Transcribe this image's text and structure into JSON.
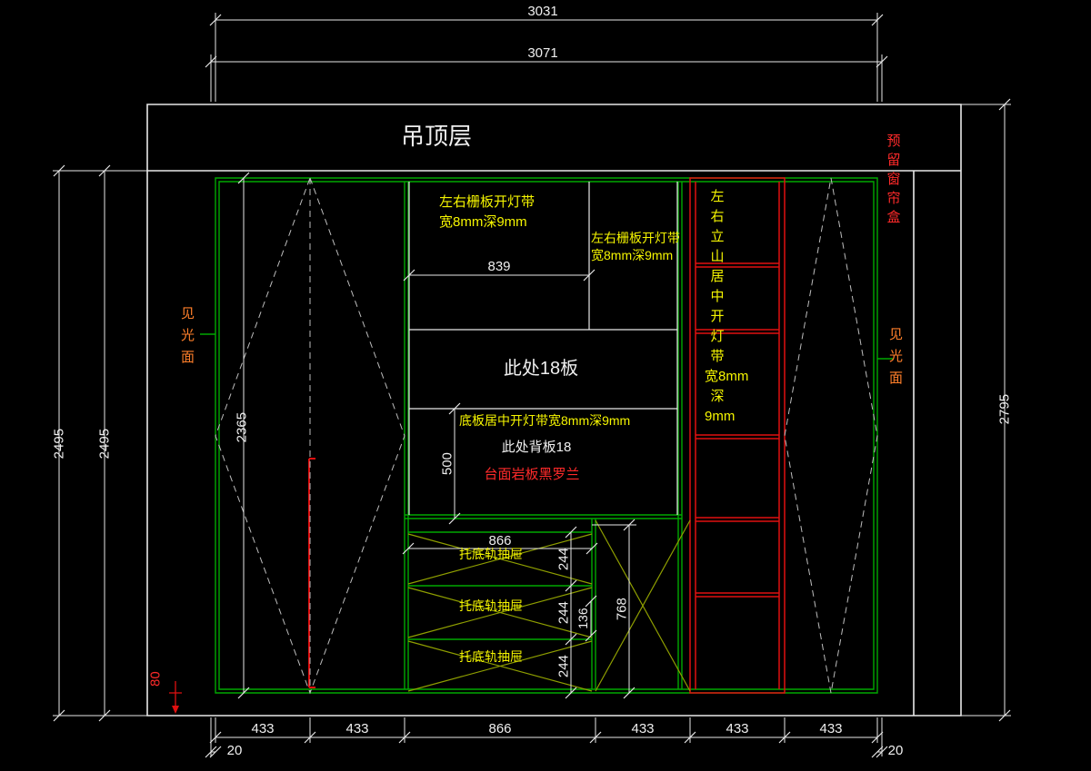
{
  "colors": {
    "bg": "#000000",
    "line-white": "#e8e8e8",
    "line-green": "#00a800",
    "line-red": "#e01010",
    "line-olive": "#8f9f00",
    "text-white": "#efefef",
    "text-yellow": "#f5f500",
    "text-red": "#ff2a2a",
    "text-orange": "#ff7f2a"
  },
  "header": {
    "ceiling_label": "吊顶层",
    "curtain_box": "预\n留\n窗\n帘\n盒"
  },
  "annotations": {
    "lamp_top_left": "左右栅板开灯带\n宽8mm深9mm",
    "lamp_top_right": "左右栅板开灯带\n宽8mm深9mm",
    "panel18": "此处18板",
    "bottom_lamp": "底板居中开灯带宽8mm深9mm",
    "back_panel": "此处背板18",
    "countertop": "台面岩板黑罗兰",
    "side_lamp": "左\n右\n立\n山\n居\n中\n开\n灯\n带\n宽8mm\n深\n9mm",
    "drawer_label_1": "托底轨抽屉",
    "drawer_label_2": "托底轨抽屉",
    "drawer_label_3": "托底轨抽屉",
    "light_face_left": "见\n光\n面",
    "light_face_right": "见\n光\n面"
  },
  "dims": {
    "top_chain_1": "3031",
    "top_chain_2": "3071",
    "height_left_outer": "2495",
    "height_left_inner": "2495",
    "height_right": "2795",
    "door_height": "2365",
    "backsplash": "500",
    "opening_width": "839",
    "drawer_width": "866",
    "drawer_1": "244",
    "drawer_2": "244",
    "drawer_3": "244",
    "gap": "136",
    "drawer_stack": "768",
    "toe_kick": "80",
    "bottom_chain": [
      "433",
      "433",
      "866",
      "433",
      "433",
      "433"
    ],
    "offset_left": "20",
    "offset_right": "20"
  }
}
